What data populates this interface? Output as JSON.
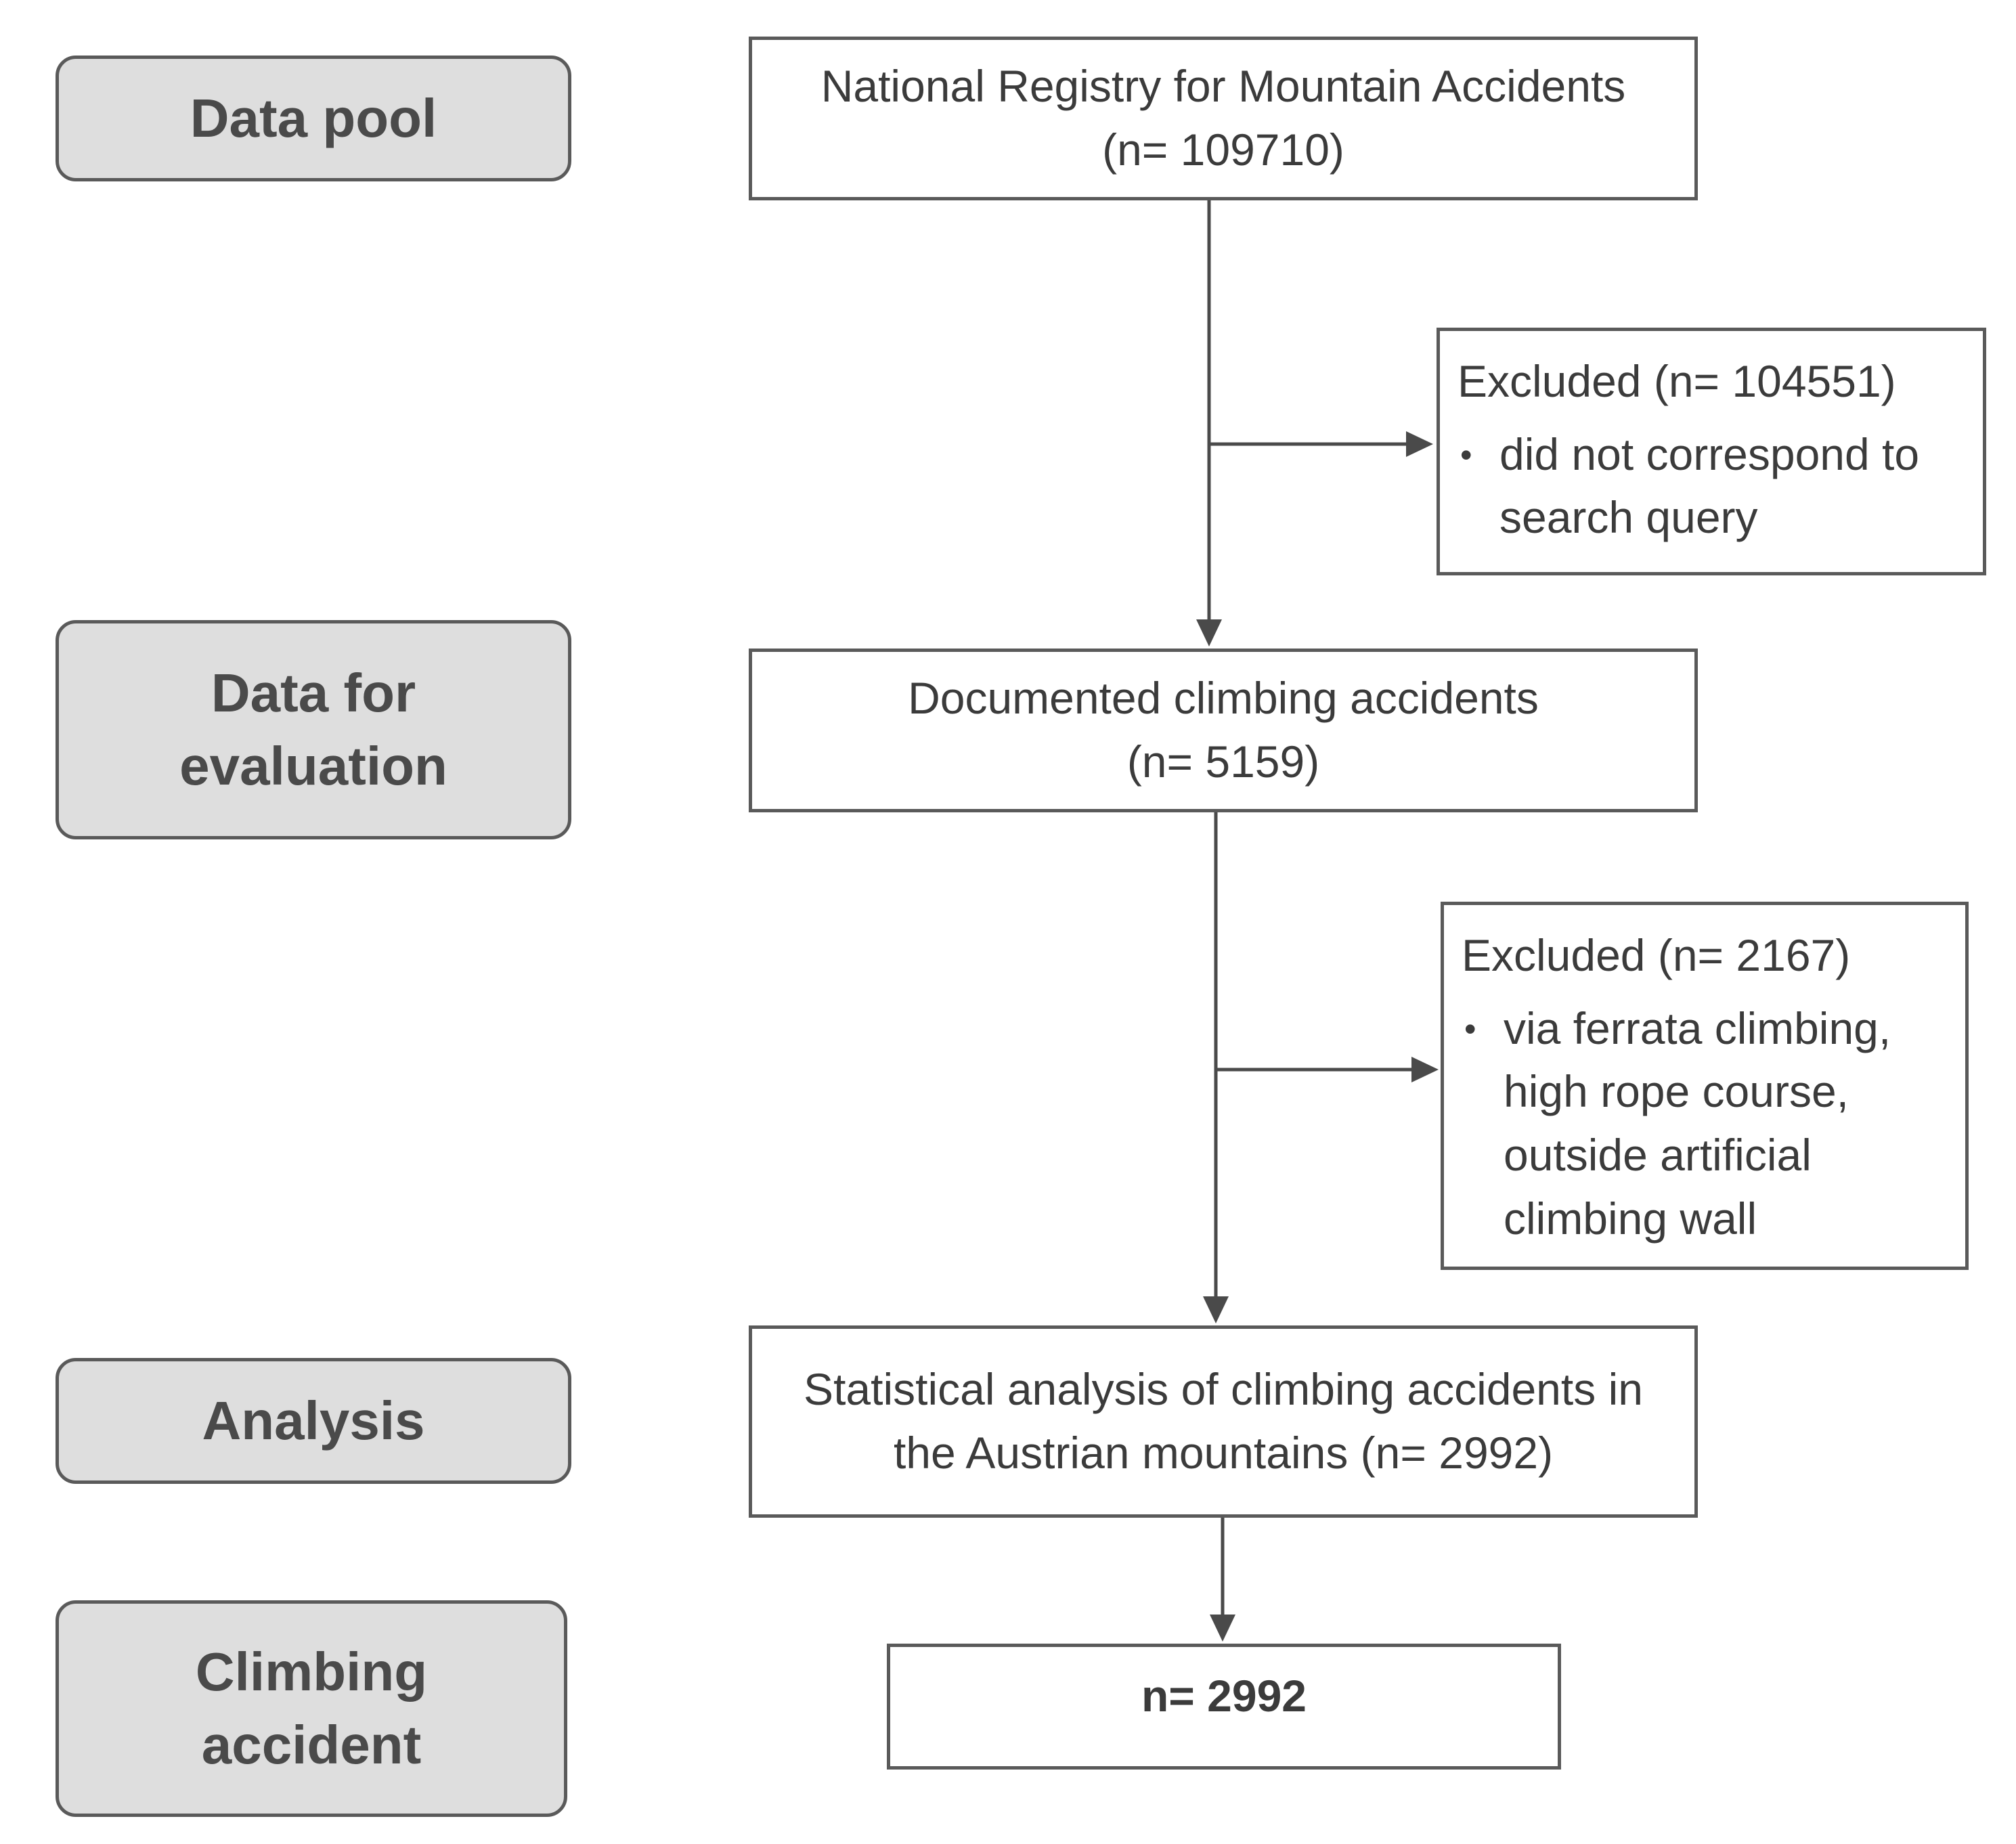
{
  "stages": {
    "data_pool": [
      "Data pool"
    ],
    "data_for_evaluation": [
      "Data for",
      "evaluation"
    ],
    "analysis": [
      "Analysis"
    ],
    "climbing_accident": [
      "Climbing",
      "accident"
    ]
  },
  "boxes": {
    "registry": [
      "National Registry for Mountain Accidents",
      "(n= 109710)"
    ],
    "excluded_1": {
      "title": "Excluded (n= 104551)",
      "bullet": "•",
      "item_lines": [
        "did not correspond to",
        "search query"
      ]
    },
    "documented": [
      "Documented climbing accidents",
      "(n= 5159)"
    ],
    "excluded_2": {
      "title": "Excluded (n= 2167)",
      "bullet": "•",
      "item_lines": [
        "via ferrata climbing,",
        "high rope course,",
        "outside artificial",
        "climbing wall"
      ]
    },
    "statistical": [
      "Statistical analysis of climbing accidents in",
      "the Austrian mountains (n= 2992)"
    ],
    "final": [
      "n= 2992"
    ]
  },
  "colors": {
    "stage_fill": "#dedede",
    "border": "#5a5a5a",
    "text": "#3b3b3b",
    "connector": "#4a4a4a"
  }
}
